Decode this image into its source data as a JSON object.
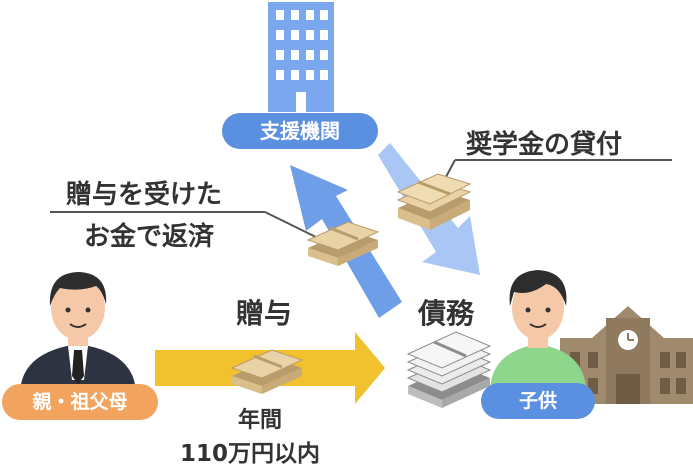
{
  "nodes": {
    "agency": "支援機関",
    "parent": "親・祖父母",
    "child": "子供"
  },
  "flows": {
    "scholarship_loan": "奨学金の貸付",
    "repay_line1": "贈与を受けた",
    "repay_line2": "お金で返済",
    "gift": "贈与",
    "gift_limit_line1": "年間",
    "gift_limit_line2": "110万円以内",
    "debt": "債務"
  },
  "colors": {
    "agency_pill": "#5b8fe0",
    "parent_pill": "#f2a35e",
    "child_pill": "#5b8fe0",
    "building": "#7aa7ee",
    "arrow_blue": "#6f9ee8",
    "arrow_blue_light": "#a9c6f4",
    "arrow_yellow": "#f2c12e",
    "money": "#e9d3a6",
    "debt_money": "#d6d6d6",
    "school": "#a08a6e"
  },
  "icons": [
    "office-building-icon",
    "person-parent-icon",
    "person-child-icon",
    "school-icon",
    "money-stack-icon",
    "clock-icon"
  ]
}
